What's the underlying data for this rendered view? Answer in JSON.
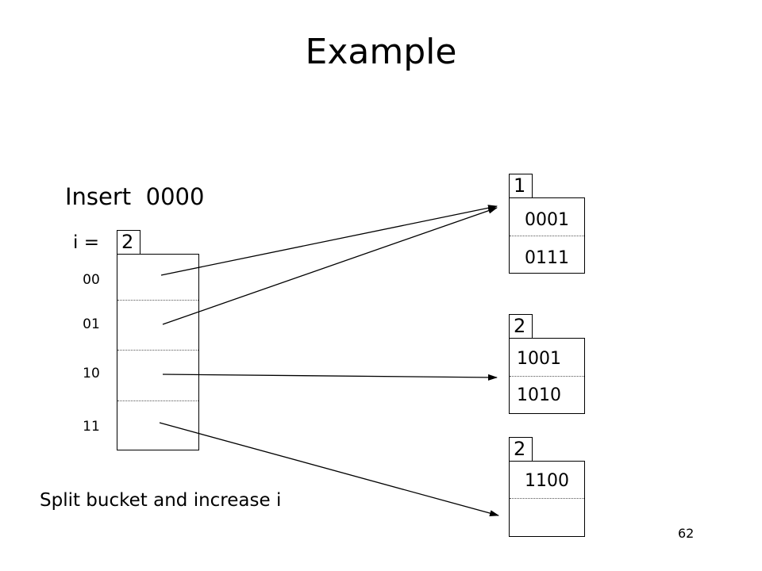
{
  "title": "Example",
  "insert_label": "Insert  0000",
  "global_depth": {
    "label": "i =",
    "value": "2"
  },
  "directory": {
    "entries": [
      "00",
      "01",
      "10",
      "11"
    ]
  },
  "buckets": [
    {
      "local_depth": "1",
      "keys": [
        "0001",
        "0111"
      ]
    },
    {
      "local_depth": "2",
      "keys": [
        "1001",
        "1010"
      ]
    },
    {
      "local_depth": "2",
      "keys": [
        "1100",
        ""
      ]
    }
  ],
  "caption": "Split bucket and increase i",
  "page_number": "62"
}
